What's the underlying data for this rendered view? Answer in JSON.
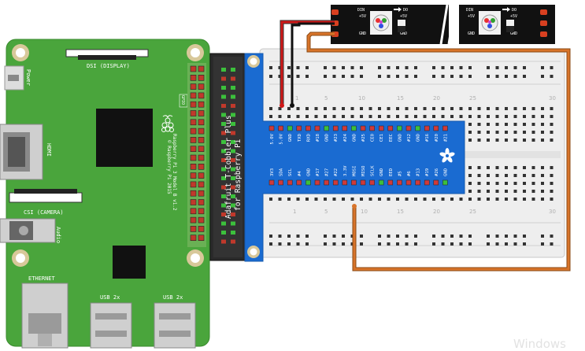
{
  "pi": {
    "power_label": "Power",
    "dsi_label": "DSI (DISPLAY)",
    "hdmi_label": "HDMI",
    "csi_label": "CSI (CAMERA)",
    "audio_label": "Audio",
    "ethernet_label": "ETHERNET",
    "usb_left_label": "USB 2x",
    "usb_right_label": "USB 2x",
    "model_line1": "Raspberry Pi 3 Model B v1.2",
    "model_line2": "© Raspberry Pi 2015",
    "gpio_label": "GPIO"
  },
  "cobbler": {
    "title_line1": "Adafruit T-Cobbler Plus",
    "title_line2": "for Raspberry Pi",
    "top_pins": [
      "5.0V",
      "5.0V",
      "GND",
      "TXD",
      "RXD",
      "#18",
      "GND",
      "#23",
      "#24",
      "GND",
      "#25",
      "CE0",
      "CE1",
      "EEC",
      "GND",
      "#12",
      "GND",
      "#16",
      "#20",
      "#21"
    ],
    "bottom_pins": [
      "3V3",
      "SDA",
      "SCL",
      "#4",
      "GND",
      "#17",
      "#27",
      "#22",
      "3.3V",
      "MOSI",
      "MISO",
      "SCLK",
      "GND",
      "EED",
      "#5",
      "#6",
      "#13",
      "#19",
      "#26",
      "GND"
    ]
  },
  "breadboard": {
    "column_numbers": [
      "1",
      "5",
      "10",
      "15",
      "20",
      "25",
      "30"
    ]
  },
  "led_strip": {
    "pad_labels_left": [
      "DIN",
      "+5V",
      "GND"
    ],
    "pad_labels_right": [
      "DO",
      "+5V",
      "GND"
    ]
  },
  "watermark": "Windows",
  "colors": {
    "pcb_green": "#4aa53c",
    "cobbler_blue": "#1a6bd1",
    "wire_red": "#d01818",
    "wire_black": "#1a1a1a",
    "wire_orange": "#d8742a"
  }
}
